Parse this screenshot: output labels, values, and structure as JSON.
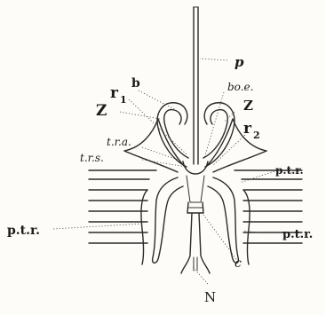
{
  "labels": {
    "p": "p",
    "b": "b",
    "r1_main": "r",
    "r1_sub": "1",
    "z_left": "Z",
    "boe": "bo.e.",
    "z_right": "Z",
    "r2_main": "r",
    "r2_sub": "2",
    "tra": "t.r.a.",
    "trs": "t.r.s.",
    "ptr_right_upper": "p.t.r.",
    "ptr_left": "p.t.r.",
    "ptr_right_lower": "p.t.r.",
    "c": "c",
    "n": "N"
  },
  "colors": {
    "ink": "#2a2a2a",
    "paper": "#fdfcf8"
  }
}
